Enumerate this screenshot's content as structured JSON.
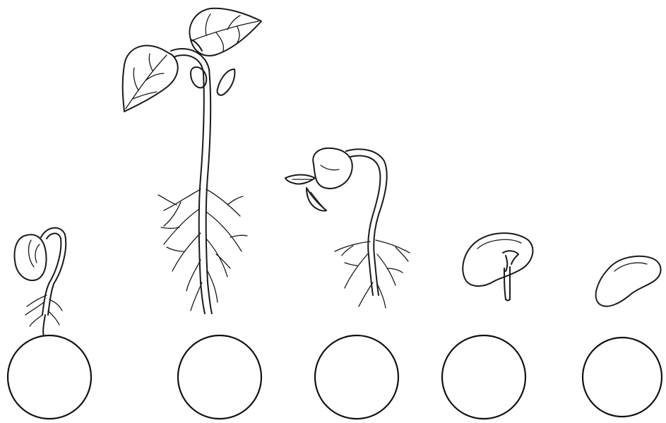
{
  "worksheet": {
    "stages": [
      {
        "id": "seedling-small",
        "answer": ""
      },
      {
        "id": "plant-tall",
        "answer": ""
      },
      {
        "id": "seedling-bent",
        "answer": ""
      },
      {
        "id": "seed-sprouting",
        "answer": ""
      },
      {
        "id": "seed",
        "answer": ""
      }
    ]
  },
  "colors": {
    "ink": "#1a1a1a",
    "background": "#ffffff"
  }
}
